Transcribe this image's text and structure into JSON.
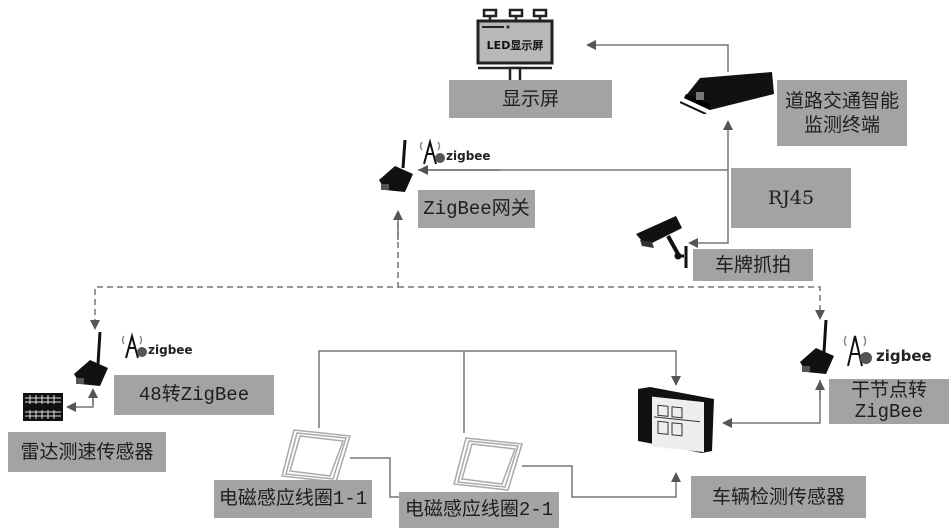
{
  "diagram": {
    "nodes": {
      "display": {
        "label": "显示屏",
        "screen_text": "LED显示屏"
      },
      "terminal": {
        "label": "道路交通智能\n监测终端",
        "line1": "道路交通智能",
        "line2": "监测终端"
      },
      "gateway": {
        "label": "ZigBee网关"
      },
      "rj45": {
        "label": "RJ45"
      },
      "camera": {
        "label": "车牌抓拍"
      },
      "rs485_zigbee": {
        "label": "48转ZigBee"
      },
      "radar": {
        "label": "雷达测速传感器"
      },
      "dry_contact_zigbee": {
        "line1": "干节点转",
        "line2": "ZigBee"
      },
      "coil1": {
        "label": "电磁感应线圈1-1"
      },
      "coil2": {
        "label": "电磁感应线圈2-1"
      },
      "vehicle_sensor": {
        "label": "车辆检测传感器"
      }
    },
    "zigbee_badge": "zigbee",
    "edges": [
      {
        "from": "terminal",
        "to": "display",
        "style": "solid"
      },
      {
        "from": "gateway",
        "to": "terminal",
        "style": "solid"
      },
      {
        "from": "terminal",
        "to": "camera",
        "style": "solid",
        "via": "RJ45"
      },
      {
        "from": "rs485_zigbee",
        "to": "gateway",
        "style": "dashed"
      },
      {
        "from": "gateway",
        "to": "dry_contact_zigbee",
        "style": "dashed"
      },
      {
        "from": "rs485_zigbee",
        "to": "radar",
        "style": "solid"
      },
      {
        "from": "vehicle_sensor",
        "to": "dry_contact_zigbee",
        "style": "solid"
      },
      {
        "from": "coil1",
        "to": "vehicle_sensor",
        "style": "solid"
      },
      {
        "from": "coil2",
        "to": "vehicle_sensor",
        "style": "solid"
      }
    ]
  }
}
